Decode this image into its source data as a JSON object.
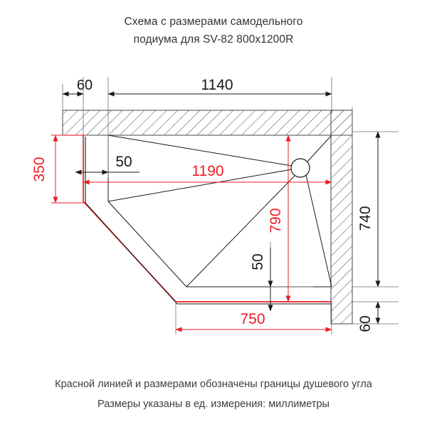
{
  "title": {
    "line1": "Схема с размерами самодельного",
    "line2": "подиума для SV-82 800x1200R"
  },
  "footer": {
    "line1": "Красной линией и размерами обозначены границы душевого угла",
    "line2": "Размеры указаны в ед. измерения: миллиметры"
  },
  "colors": {
    "red": "#ee1c25",
    "black": "#1a1a1a",
    "hatch": "#555555",
    "text": "#333333"
  },
  "dimensions": {
    "top_left_60": "60",
    "top_1140": "1140",
    "left_350": "350",
    "inner_50": "50",
    "inner_1190": "1190",
    "inner_790": "790",
    "inner_vert_50": "50",
    "right_740": "740",
    "right_60": "60",
    "bottom_750": "750"
  },
  "chart_data": {
    "type": "diagram",
    "title": "Схема с размерами самодельного подиума для SV-82 800x1200R",
    "units": "миллиметры",
    "legend_note": "Красной линией и размерами обозначены границы душевого угла",
    "measurements": [
      {
        "label": "60",
        "value": 60,
        "color": "black",
        "placement": "top-left",
        "orientation": "horizontal"
      },
      {
        "label": "1140",
        "value": 1140,
        "color": "black",
        "placement": "top",
        "orientation": "horizontal"
      },
      {
        "label": "350",
        "value": 350,
        "color": "red",
        "placement": "left",
        "orientation": "vertical"
      },
      {
        "label": "50",
        "value": 50,
        "color": "black",
        "placement": "interior-top-left",
        "orientation": "horizontal"
      },
      {
        "label": "1190",
        "value": 1190,
        "color": "red",
        "placement": "interior-horizontal",
        "orientation": "horizontal"
      },
      {
        "label": "790",
        "value": 790,
        "color": "red",
        "placement": "interior-vertical",
        "orientation": "vertical"
      },
      {
        "label": "50",
        "value": 50,
        "color": "black",
        "placement": "interior-bottom",
        "orientation": "vertical"
      },
      {
        "label": "740",
        "value": 740,
        "color": "black",
        "placement": "right",
        "orientation": "vertical"
      },
      {
        "label": "60",
        "value": 60,
        "color": "black",
        "placement": "right-bottom",
        "orientation": "vertical"
      },
      {
        "label": "750",
        "value": 750,
        "color": "red",
        "placement": "bottom",
        "orientation": "horizontal"
      }
    ]
  }
}
